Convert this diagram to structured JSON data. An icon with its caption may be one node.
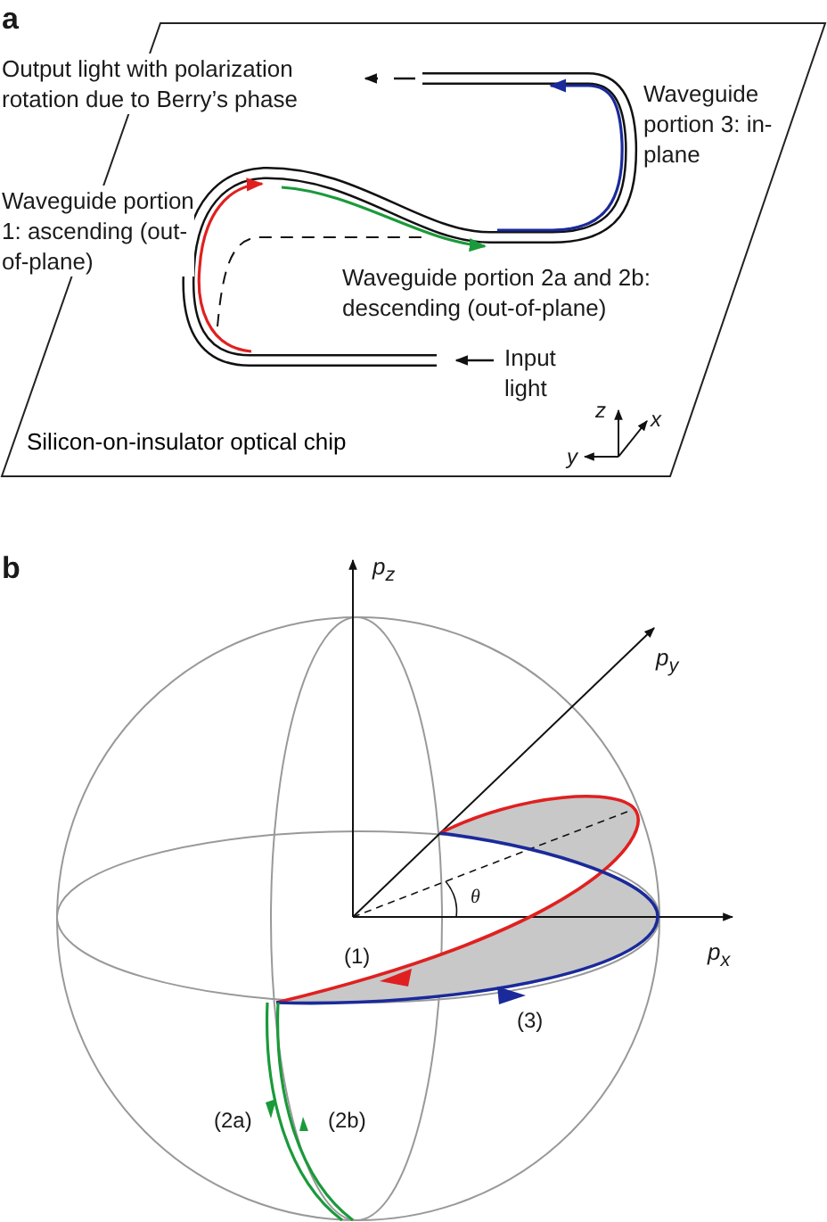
{
  "diagram": {
    "nodes": [
      {
        "text": [
          "Silicon-on-insulator optical chip"
        ]
      }
    ],
    "labels": [
      "a",
      "Output light with polarization rotation due to Berry’s phase",
      "Waveguide portion 3: in-plane",
      "Waveguide portion 1: ascending (out-of-plane)",
      "Waveguide portion 2a and 2b: descending (out-of-plane)",
      "Input light",
      "z",
      "x",
      "y",
      "b",
      "p$_{z}$",
      "p$_{y}$",
      "θ",
      "p$_{x}$",
      "(1)",
      "(3)",
      "(2a)",
      "(2b)"
    ]
  }
}
